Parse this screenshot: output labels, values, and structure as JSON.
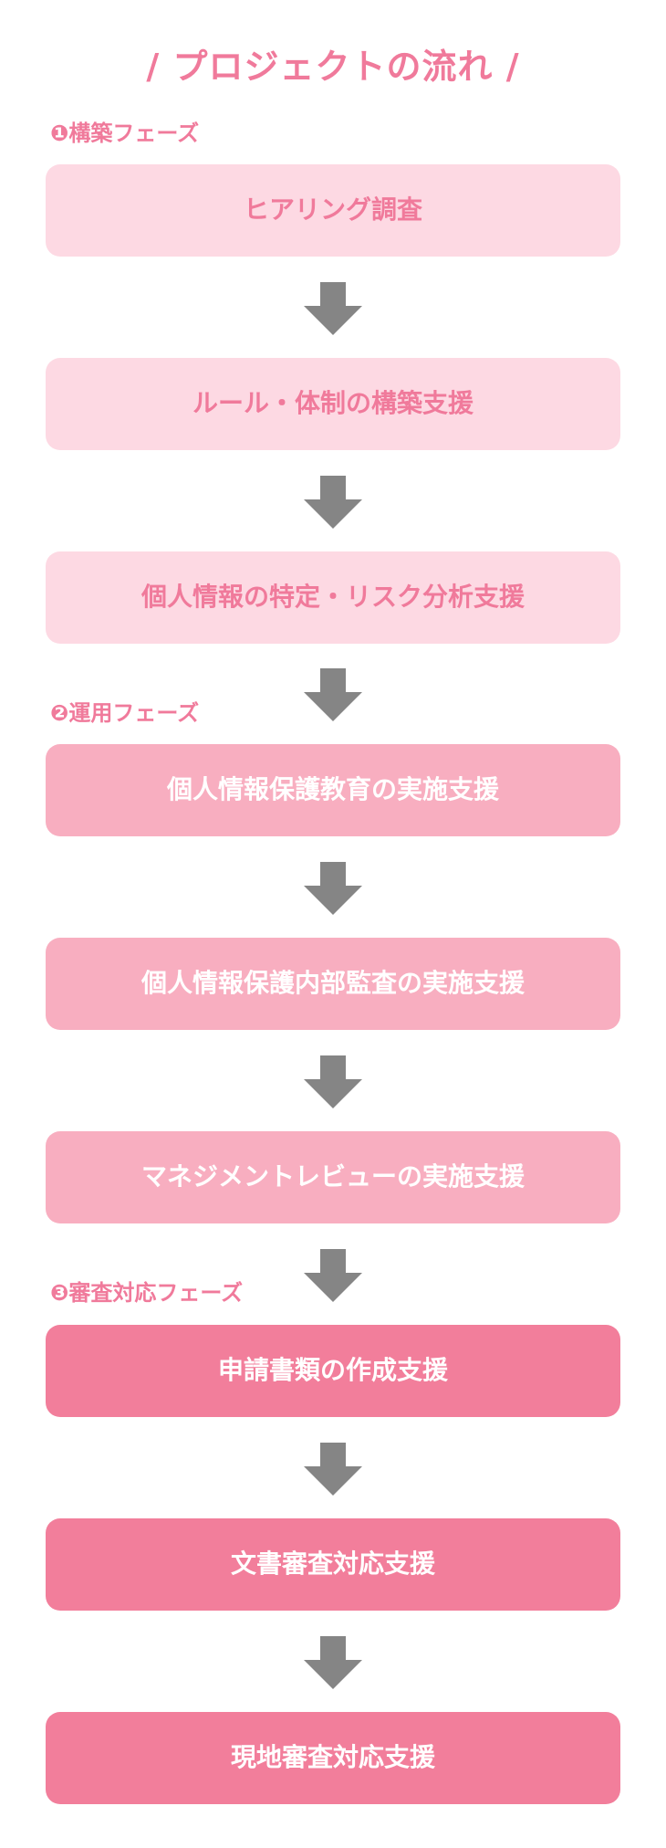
{
  "title": "/ プロジェクトの流れ /",
  "colors": {
    "accent": "#f07a9b",
    "phase1_box": "#fdd9e3",
    "phase2_box": "#f8aec0",
    "phase3_box": "#f27e9b",
    "arrow": "#858585"
  },
  "phases": [
    {
      "label": "❶構築フェーズ",
      "steps": [
        "ヒアリング調査",
        "ルール・体制の構築支援",
        "個人情報の特定・リスク分析支援"
      ]
    },
    {
      "label": "❷運用フェーズ",
      "steps": [
        "個人情報保護教育の実施支援",
        "個人情報保護内部監査の実施支援",
        "マネジメントレビューの実施支援"
      ]
    },
    {
      "label": "❸審査対応フェーズ",
      "steps": [
        "申請書類の作成支援",
        "文書審査対応支援",
        "現地審査対応支援"
      ]
    }
  ],
  "arrow_icon": "down-arrow-icon"
}
